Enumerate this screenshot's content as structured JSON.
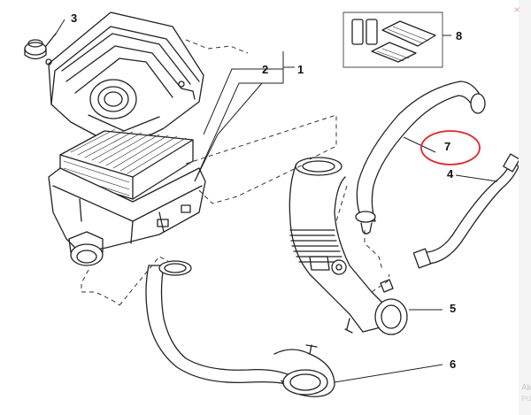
{
  "diagram": {
    "callouts": [
      {
        "id": "c3",
        "label": "3"
      },
      {
        "id": "c2",
        "label": "2"
      },
      {
        "id": "c1",
        "label": "1"
      },
      {
        "id": "c8",
        "label": "8"
      },
      {
        "id": "c7",
        "label": "7"
      },
      {
        "id": "c4",
        "label": "4"
      },
      {
        "id": "c5",
        "label": "5"
      },
      {
        "id": "c6",
        "label": "6"
      }
    ],
    "highlight_color": "#e0262b"
  },
  "ui": {
    "close_glyph": "×",
    "watermark_line1": "Ak",
    "watermark_line2": "Prze"
  }
}
